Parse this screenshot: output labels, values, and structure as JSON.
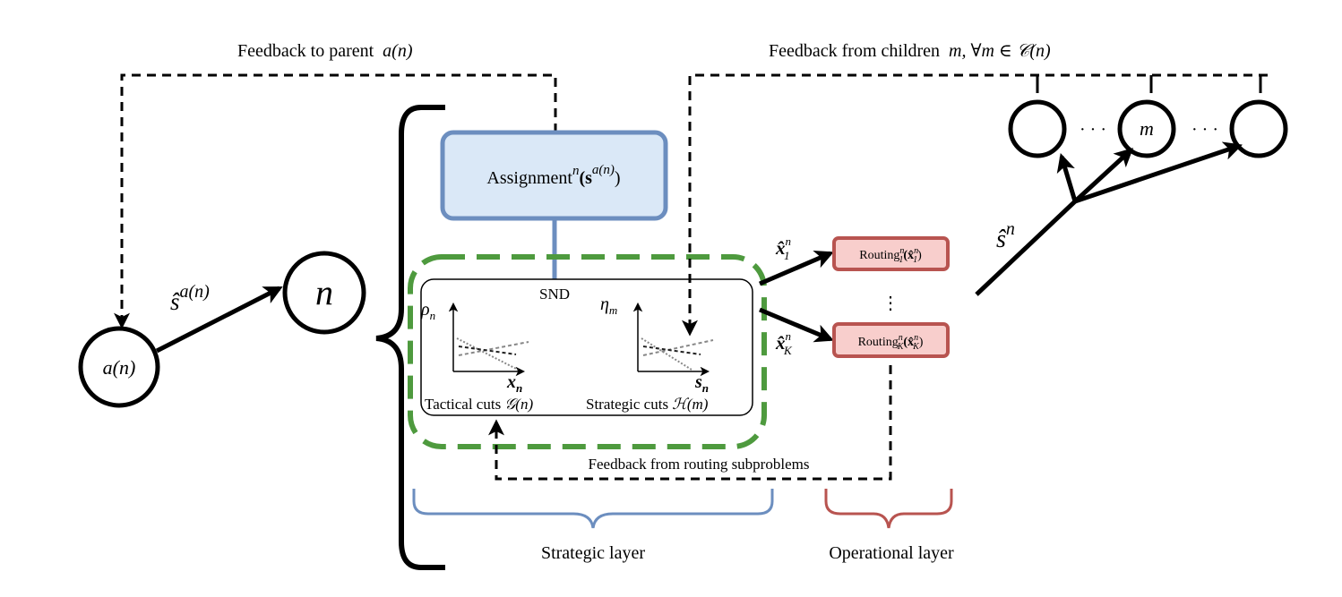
{
  "colors": {
    "assignment_fill": "#dae8f7",
    "assignment_stroke": "#6c8ebf",
    "snd_dashed_stroke": "#4e9a3e",
    "routing_fill": "#f8cecc",
    "routing_stroke": "#b85450",
    "strategic_brace": "#6c8ebf",
    "operational_brace": "#b85450"
  },
  "labels": {
    "feedback_parent": "Feedback to parent",
    "feedback_parent_math": "a(n)",
    "feedback_children": "Feedback from children",
    "feedback_children_math": "m, ∀m ∈ 𝒞(n)",
    "feedback_routing": "Feedback from routing subproblems",
    "strategic_layer": "Strategic layer",
    "operational_layer": "Operational layer",
    "snd": "SND",
    "tactical_cuts": "Tactical cuts",
    "tactical_cuts_math": "𝒢(n)",
    "strategic_cuts": "Strategic cuts",
    "strategic_cuts_math": "ℋ(m)"
  },
  "nodes": {
    "parent": "a(n)",
    "current": "n",
    "child_m": "m",
    "dots": "· · ·"
  },
  "assignment": {
    "label": "Assignment",
    "sup": "n",
    "arg": "(s",
    "arg_sup": "a(n)",
    "close": ")"
  },
  "arrows": {
    "parent_to_n": "ŝ",
    "parent_to_n_sup": "a(n)",
    "to_children": "ŝ",
    "to_children_sup": "n",
    "route1": "x̂",
    "route1_sup": "n",
    "route1_sub": "1",
    "routeK": "x̂",
    "routeK_sup": "n",
    "routeK_sub": "K"
  },
  "routing": {
    "first": "Routing",
    "first_sup": "n",
    "first_sub": "1",
    "first_arg": "(x̂",
    "first_arg_sup": "n",
    "first_arg_sub": "1",
    "last": "Routing",
    "last_sup": "n",
    "last_sub": "K",
    "last_arg": "(x̂",
    "last_arg_sup": "n",
    "last_arg_sub": "K",
    "vdots": "⋮"
  },
  "plots": {
    "left_y": "ρ",
    "left_y_sub": "n",
    "left_x": "x",
    "left_x_sub": "n",
    "right_y": "η",
    "right_y_sub": "m",
    "right_x": "s",
    "right_x_sub": "n"
  }
}
